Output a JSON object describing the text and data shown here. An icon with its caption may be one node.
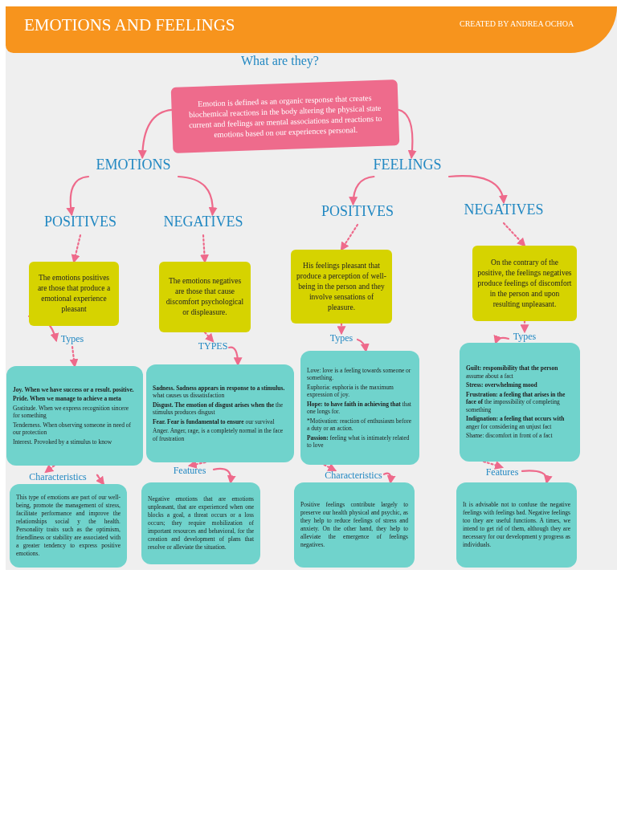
{
  "diagram": {
    "title": "EMOTIONS AND FEELINGS",
    "nodes": [
      {
        "text": [
          "Emotion is defined as an organic response that creates biochemical reactions in the body altering the physical state current and feelings are mental associations and reactions to emotions based on our experiences personal."
        ]
      },
      {
        "text": [
          "EMOTIONS"
        ]
      },
      {
        "text": [
          "FEELINGS"
        ]
      },
      {
        "text": [
          "POSITIVES"
        ]
      },
      {
        "text": [
          "NEGATIVES"
        ]
      },
      {
        "text": [
          "POSITIVES"
        ]
      },
      {
        "text": [
          "NEGATIVES"
        ]
      },
      {
        "text": [
          "The emotions positives are those that produce a emotional experience pleasant"
        ]
      },
      {
        "text": [
          "The emotions negatives are those that cause discomfort psychological or displeasure."
        ]
      },
      {
        "text": [
          "His feelings pleasant that produce a perception of well-being in the person and they involve sensations of pleasure."
        ]
      },
      {
        "text": [
          "On the contrary of the positive, the feelings negatives produce feelings of discomfort in the person and upon resulting unpleasant."
        ]
      },
      {
        "text": [
          "Types"
        ]
      },
      {
        "text": [
          "TYPES"
        ]
      },
      {
        "text": [
          "Types"
        ]
      },
      {
        "text": [
          "Types"
        ]
      },
      {
        "text": [
          "**Joy. When we have success or a result. positive.**",
          "**Pride. When we manage to achieve a meta**",
          "Gratitude. When we express recognition sincere for something",
          "Tenderness. When observing someone in need of our protection",
          "Interest. Provoked by a stimulus to know"
        ]
      },
      {
        "text": [
          "**Sadness. Sadness appears in response to a stimulus.** what causes us dissatisfaction",
          "**Disgust. The emotion of disgust arises when the** the stimulus produces disgust",
          "**Fear. Fear is fundamental to ensure** our survival",
          "Anger. Anger, rage, is a completely normal in the face of frustration"
        ]
      },
      {
        "text": [
          "Love: love is a feeling towards someone or something.",
          "Euphoria: euphoria is the maximum expression of joy.",
          "**Hope: to have faith in achieving that** that one longs for.",
          "*Motivation: reaction of enthusiasm before a duty or an action.",
          "**Passion:** feeling what is intimately related to love"
        ]
      },
      {
        "text": [
          "**Guilt: responsibility that the person** assume about a fact",
          "**Stress: overwhelming mood**",
          "**Frustration: a feeling that arises in the face of** the impossibility of completing something",
          "**Indignation: a feeling that occurs with** anger for considering an unjust fact",
          "Shame: discomfort in front of a fact"
        ]
      },
      {
        "text": [
          "Characteristics"
        ]
      },
      {
        "text": [
          "Features"
        ]
      },
      {
        "text": [
          "Characteristics"
        ]
      },
      {
        "text": [
          "Features"
        ]
      },
      {
        "text": [
          "This type of emotions are part of our well-being, promote the management of stress, facilitate performance and improve the relationships social y the health. Personality traits such as the optimism, friendliness or stability are associated with a greater tendency to express positive emotions."
        ]
      },
      {
        "text": [
          "Negative emotions that are emotions unpleasant, that are experienced when one blocks a goal, a threat occurs or a loss occurs; they require mobilization of important resources and behavioral, for the creation and development of plans that resolve or alleviate the situation."
        ]
      },
      {
        "text": [
          "Positive feelings contribute largely to preserve our health physical and psychic, as they help to reduce feelings of stress and anxiety. On the other hand, they help to alleviate the emergence of feelings negatives."
        ]
      },
      {
        "text": [
          "It is advisable not to confuse the negative feelings with feelings bad. Negative feelings too they are useful functions. A times, we intend to get rid of them, although they are necessary for our development y progress as individuals."
        ]
      }
    ],
    "edges": [
      {
        "from": 0,
        "to": 1,
        "arrow": "to"
      },
      {
        "from": 0,
        "to": 2,
        "arrow": "to"
      },
      {
        "from": 1,
        "to": 3,
        "arrow": "to"
      },
      {
        "from": 1,
        "to": 4,
        "arrow": "to"
      },
      {
        "from": 2,
        "to": 5,
        "arrow": "to"
      },
      {
        "from": 2,
        "to": 6,
        "arrow": "to"
      },
      {
        "from": 3,
        "to": 7,
        "arrow": "to",
        "style": "dashed"
      },
      {
        "from": 4,
        "to": 8,
        "arrow": "to",
        "style": "dashed"
      },
      {
        "from": 5,
        "to": 9,
        "arrow": "to",
        "style": "dashed"
      },
      {
        "from": 6,
        "to": 10,
        "arrow": "to",
        "style": "dashed"
      },
      {
        "from": 7,
        "to": 11,
        "arrow": "to"
      },
      {
        "from": 8,
        "to": 12,
        "arrow": "to",
        "style": "dashed"
      },
      {
        "from": 9,
        "to": 13,
        "arrow": "to",
        "style": "dashed"
      },
      {
        "from": 10,
        "to": 14,
        "arrow": "to",
        "style": "dashed"
      },
      {
        "from": 11,
        "to": 15,
        "arrow": "to",
        "style": "dashed"
      },
      {
        "from": 12,
        "to": 16,
        "arrow": "to"
      },
      {
        "from": 13,
        "to": 17,
        "arrow": "to"
      },
      {
        "from": 14,
        "to": 18,
        "arrow": "to"
      },
      {
        "from": 15,
        "to": 19,
        "arrow": "to",
        "style": "dashed"
      },
      {
        "from": 16,
        "to": 20,
        "arrow": "to",
        "style": "dashed"
      },
      {
        "from": 17,
        "to": 21,
        "arrow": "to",
        "style": "dashed"
      },
      {
        "from": 18,
        "to": 22,
        "arrow": "to",
        "style": "dashed"
      },
      {
        "from": 19,
        "to": 23,
        "arrow": "to"
      },
      {
        "from": 20,
        "to": 24,
        "arrow": "to"
      },
      {
        "from": 21,
        "to": 25,
        "arrow": "to"
      },
      {
        "from": 22,
        "to": 26,
        "arrow": "to"
      }
    ],
    "labels": [
      "CREATED BY ANDREA OCHOA",
      "What are they?"
    ]
  }
}
